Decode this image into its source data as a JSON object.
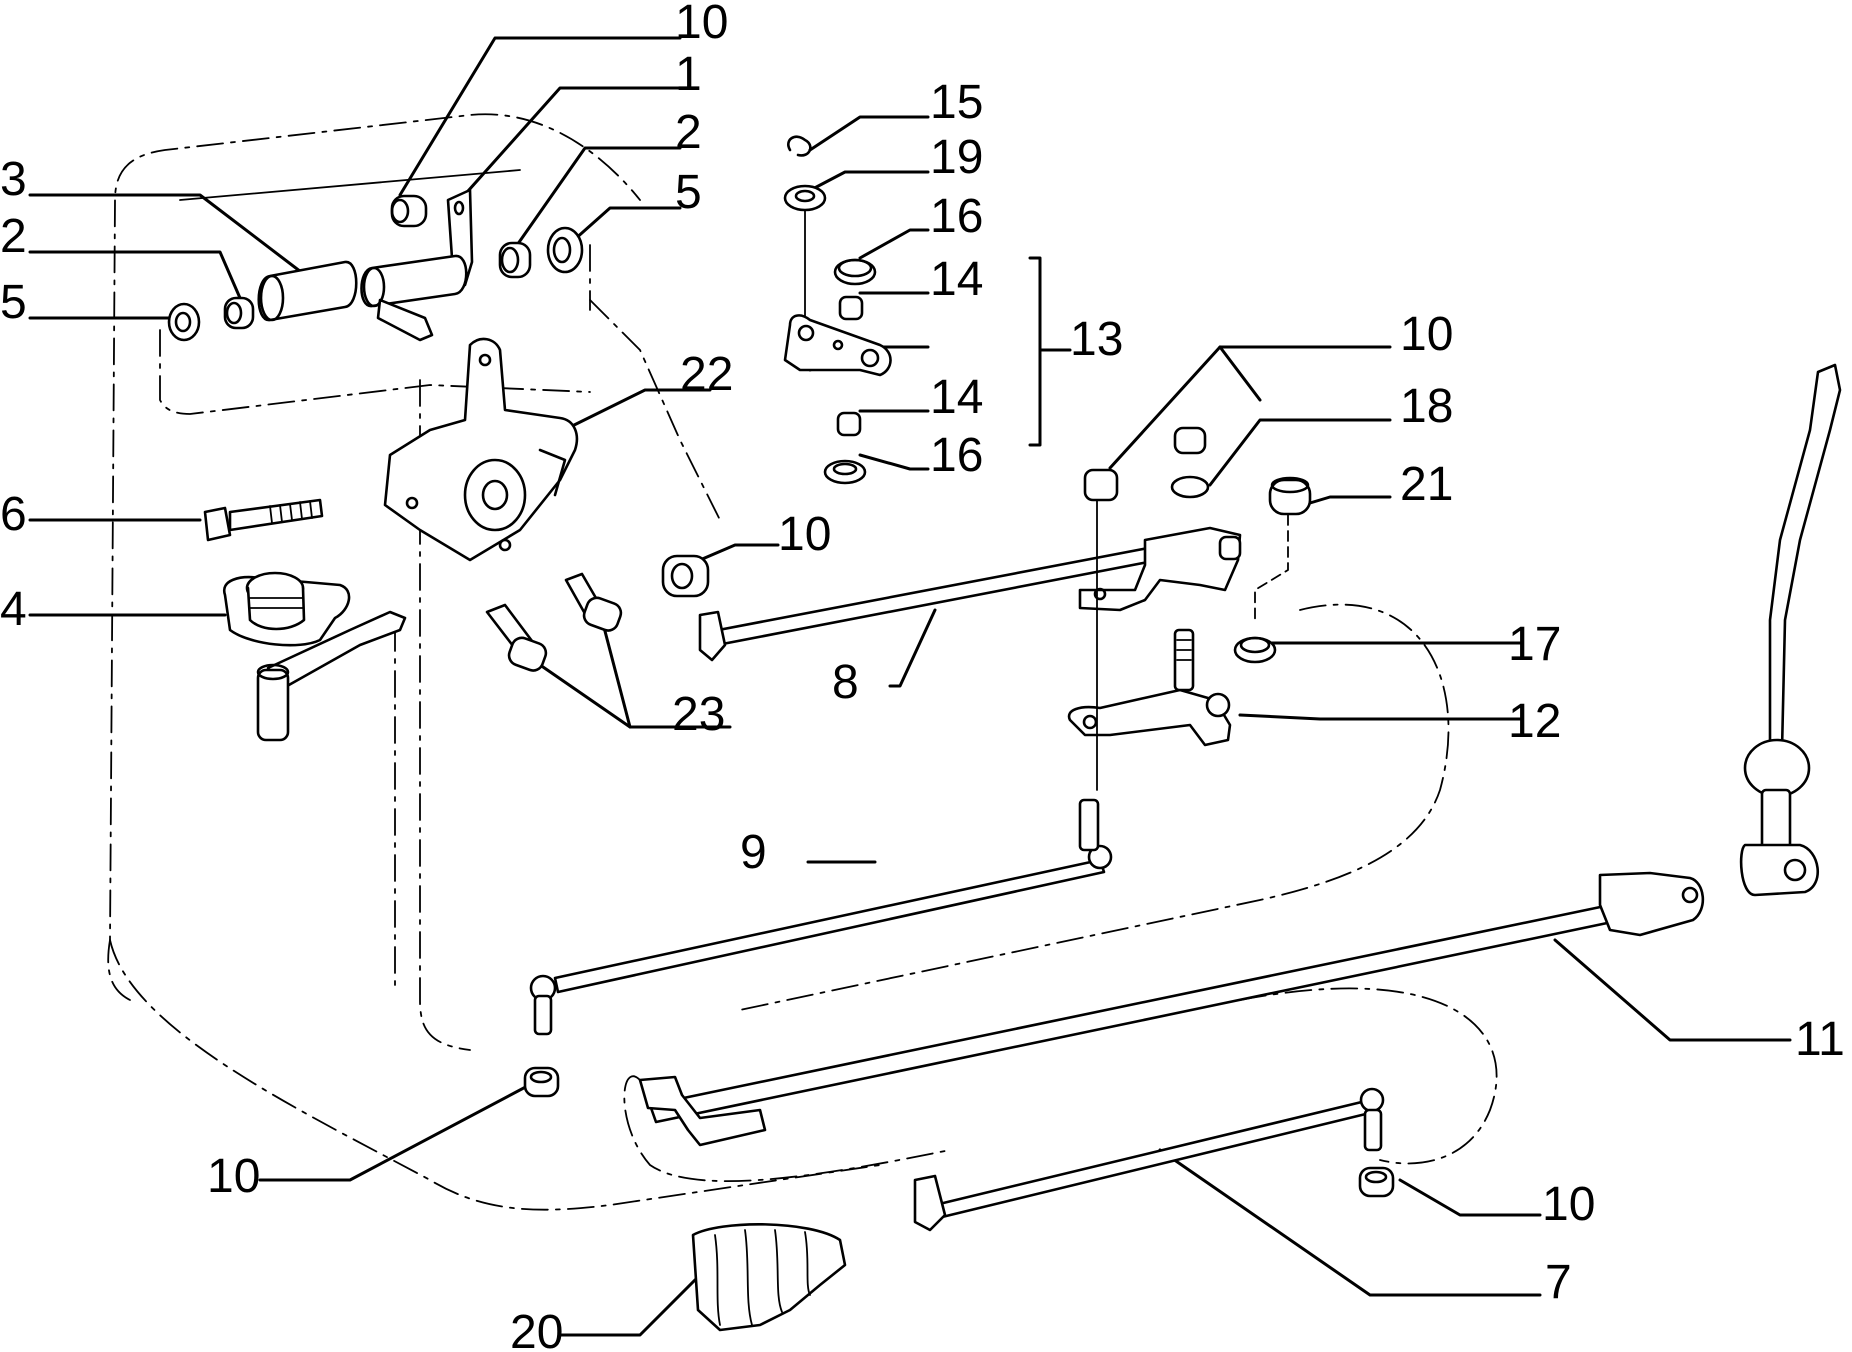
{
  "callouts": [
    {
      "id": "c-10-top",
      "text": "10"
    },
    {
      "id": "c-1",
      "text": "1"
    },
    {
      "id": "c-2-right",
      "text": "2"
    },
    {
      "id": "c-5-right",
      "text": "5"
    },
    {
      "id": "c-3",
      "text": "3"
    },
    {
      "id": "c-2-left",
      "text": "2"
    },
    {
      "id": "c-5-left",
      "text": "5"
    },
    {
      "id": "c-15",
      "text": "15"
    },
    {
      "id": "c-19",
      "text": "19"
    },
    {
      "id": "c-16-top",
      "text": "16"
    },
    {
      "id": "c-14-top",
      "text": "14"
    },
    {
      "id": "c-13",
      "text": "13"
    },
    {
      "id": "c-14-bottom",
      "text": "14"
    },
    {
      "id": "c-16-bottom",
      "text": "16"
    },
    {
      "id": "c-22",
      "text": "22"
    },
    {
      "id": "c-10-right",
      "text": "10"
    },
    {
      "id": "c-18",
      "text": "18"
    },
    {
      "id": "c-21",
      "text": "21"
    },
    {
      "id": "c-6",
      "text": "6"
    },
    {
      "id": "c-10-mid",
      "text": "10"
    },
    {
      "id": "c-4",
      "text": "4"
    },
    {
      "id": "c-8",
      "text": "8"
    },
    {
      "id": "c-17",
      "text": "17"
    },
    {
      "id": "c-23",
      "text": "23"
    },
    {
      "id": "c-12",
      "text": "12"
    },
    {
      "id": "c-9",
      "text": "9"
    },
    {
      "id": "c-11",
      "text": "11"
    },
    {
      "id": "c-10-bottom-left",
      "text": "10"
    },
    {
      "id": "c-10-bottom-right",
      "text": "10"
    },
    {
      "id": "c-7",
      "text": "7"
    },
    {
      "id": "c-20",
      "text": "20"
    }
  ]
}
